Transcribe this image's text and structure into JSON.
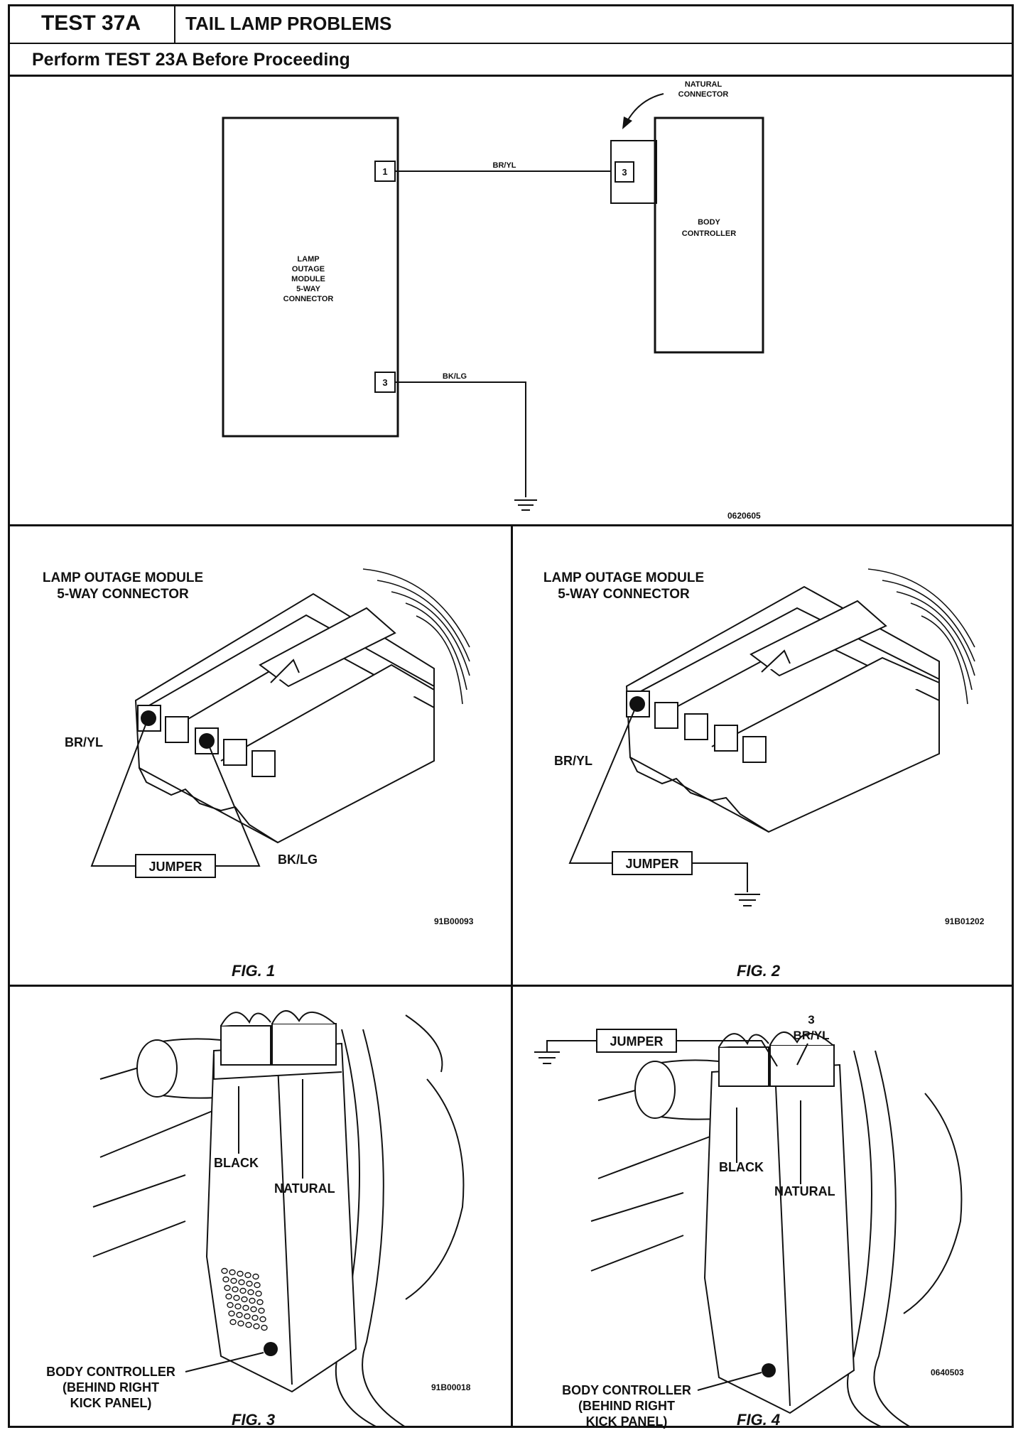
{
  "header": {
    "test_id": "TEST 37A",
    "title": "TAIL LAMP PROBLEMS",
    "subtitle": "Perform TEST 23A Before Proceeding"
  },
  "schematic": {
    "left_box_label": [
      "LAMP",
      "OUTAGE",
      "MODULE",
      "5-WAY",
      "CONNECTOR"
    ],
    "left_pin_top": "1",
    "left_pin_bottom": "3",
    "wire_top": "BR/YL",
    "wire_bottom": "BK/LG",
    "right_pin": "3",
    "natural_connector": [
      "NATURAL",
      "CONNECTOR"
    ],
    "right_box_label": [
      "BODY",
      "CONTROLLER"
    ],
    "code": "0620605"
  },
  "fig1": {
    "title": [
      "LAMP OUTAGE MODULE",
      "5-WAY CONNECTOR"
    ],
    "wire_left": "BR/YL",
    "wire_right": "BK/LG",
    "jumper": "JUMPER",
    "code": "91B00093",
    "caption": "FIG. 1"
  },
  "fig2": {
    "title": [
      "LAMP OUTAGE MODULE",
      "5-WAY CONNECTOR"
    ],
    "wire_left": "BR/YL",
    "jumper": "JUMPER",
    "code": "91B01202",
    "caption": "FIG. 2"
  },
  "fig3": {
    "black": "BLACK",
    "natural": "NATURAL",
    "body_controller": [
      "BODY CONTROLLER",
      "(BEHIND RIGHT",
      "KICK PANEL)"
    ],
    "code": "91B00018",
    "caption": "FIG. 3"
  },
  "fig4": {
    "jumper": "JUMPER",
    "pin": "3",
    "wire": "BR/YL",
    "black": "BLACK",
    "natural": "NATURAL",
    "body_controller": [
      "BODY CONTROLLER",
      "(BEHIND RIGHT",
      "KICK PANEL)"
    ],
    "code": "0640503",
    "caption": "FIG. 4"
  }
}
